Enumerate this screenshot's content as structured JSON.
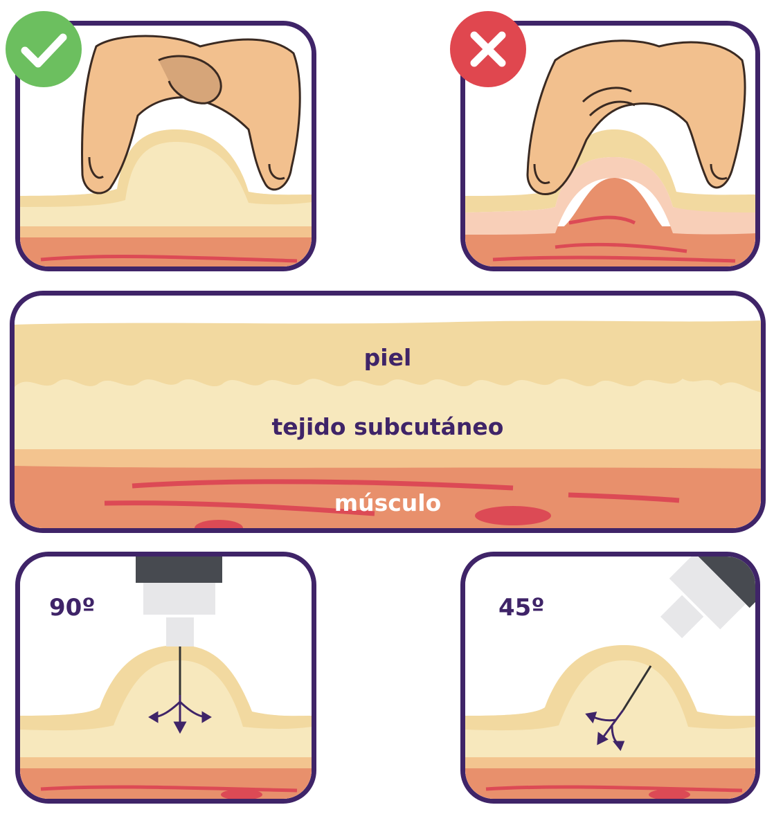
{
  "badges": {
    "correct": {
      "color": "#6cbf5f"
    },
    "incorrect": {
      "color": "#e0474f"
    }
  },
  "layers": {
    "skin_label": "piel",
    "subcutaneous_label": "tejido subcutáneo",
    "muscle_label": "músculo"
  },
  "angles": {
    "perpendicular": "90º",
    "oblique": "45º"
  },
  "colors": {
    "border": "#3f2468",
    "skin": "#f2d9a0",
    "subcutaneous": "#f7e8bd",
    "fascia": "#f3c48f",
    "muscle": "#e8906c",
    "muscle_fiber": "#dc4a55",
    "hand": "#f2c08e",
    "hand_outline": "#3a2a22"
  }
}
